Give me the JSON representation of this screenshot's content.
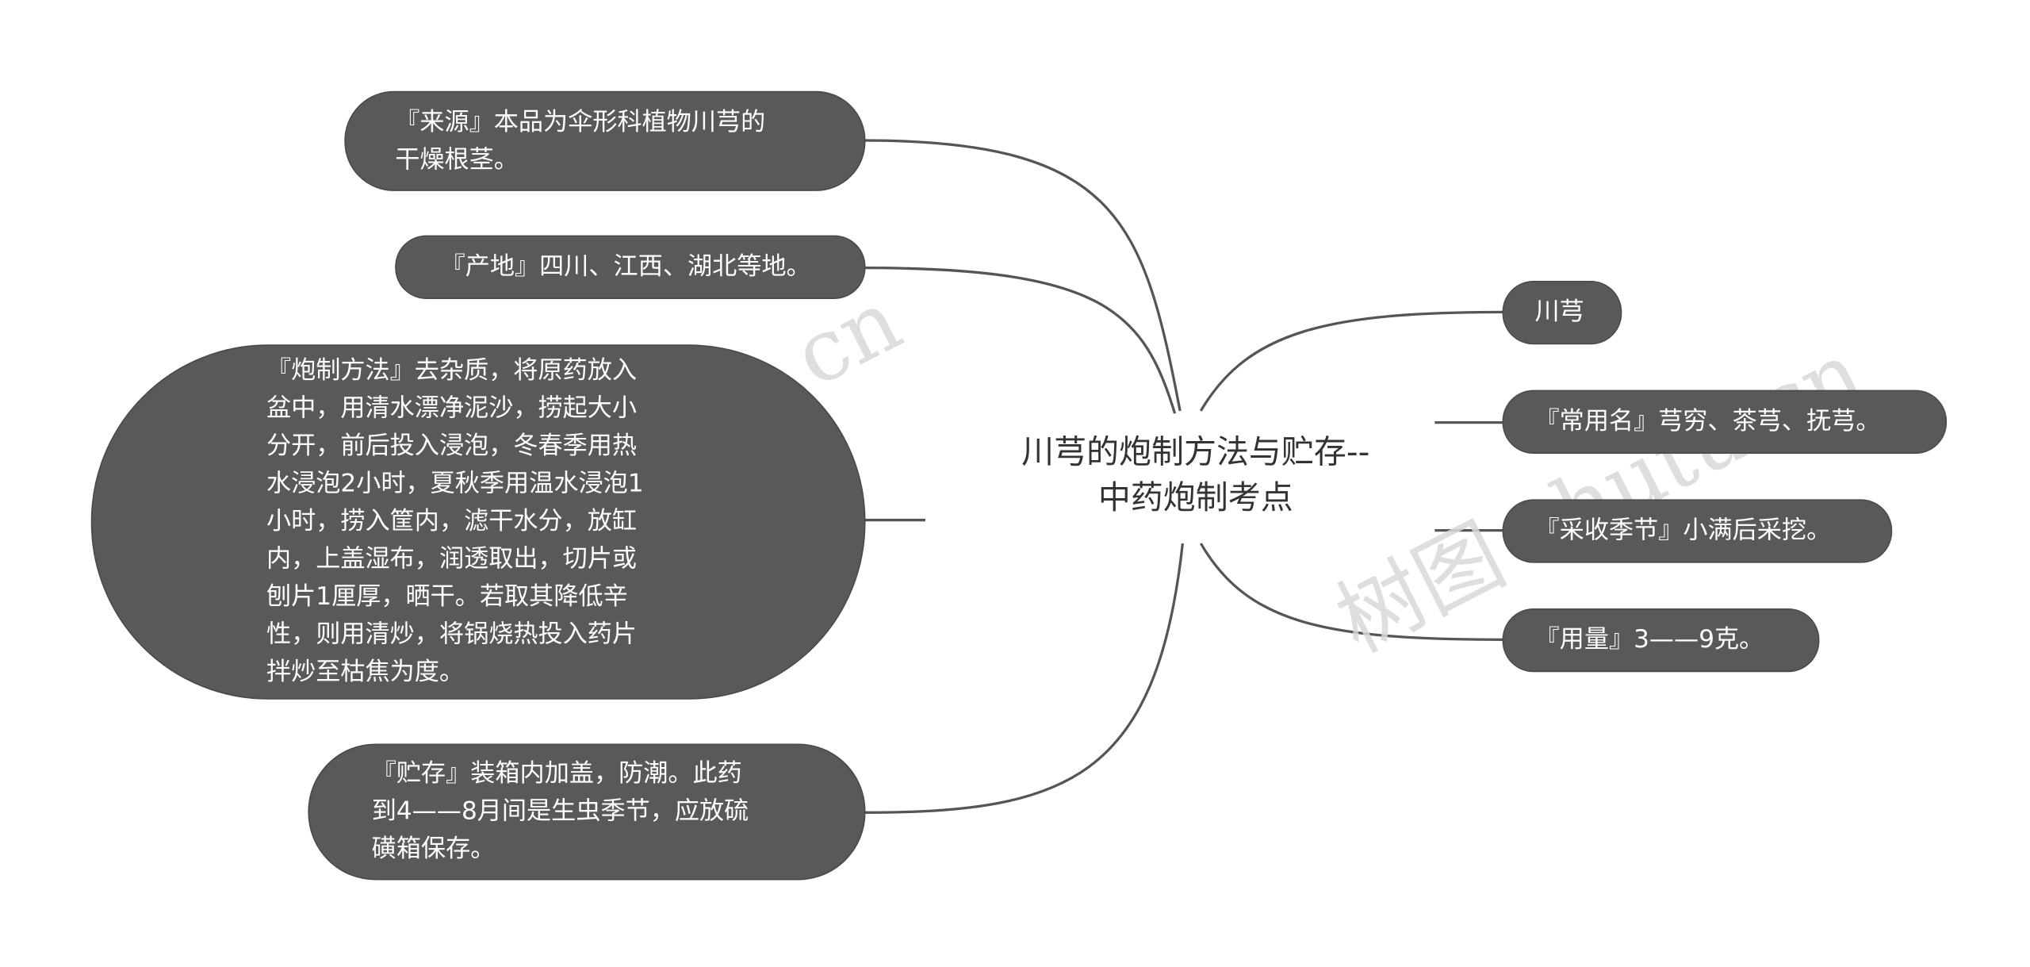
{
  "watermark": {
    "text_left": "树图 shutu.cn",
    "text_right": "树图 shutu.cn"
  },
  "colors": {
    "node_fill": "#595959",
    "node_text": "#ffffff",
    "line": "#555555",
    "center_text": "#333333",
    "watermark": "#d9d9d9"
  },
  "center": {
    "title": "川芎的炮制方法与贮存--\n中药炮制考点"
  },
  "left_branches": [
    {
      "id": "source",
      "text": "『来源』本品为伞形科植物川芎的\n干燥根茎。"
    },
    {
      "id": "origin",
      "text": "『产地』四川、江西、湖北等地。"
    },
    {
      "id": "processing",
      "text": "『炮制方法』去杂质，将原药放入\n盆中，用清水漂净泥沙，捞起大小\n分开，前后投入浸泡，冬春季用热\n水浸泡2小时，夏秋季用温水浸泡1\n小时，捞入筐内，滤干水分，放缸\n内，上盖湿布，润透取出，切片或\n刨片1厘厚，晒干。若取其降低辛\n性，则用清炒，将锅烧热投入药片\n拌炒至枯焦为度。"
    },
    {
      "id": "storage",
      "text": "『贮存』装箱内加盖，防潮。此药\n到4——8月间是生虫季节，应放硫\n磺箱保存。"
    }
  ],
  "right_branches": [
    {
      "id": "name",
      "text": "川芎"
    },
    {
      "id": "common-names",
      "text": "『常用名』芎穷、茶芎、抚芎。"
    },
    {
      "id": "harvest",
      "text": "『采收季节』小满后采挖。"
    },
    {
      "id": "dosage",
      "text": "『用量』3——9克。"
    }
  ]
}
